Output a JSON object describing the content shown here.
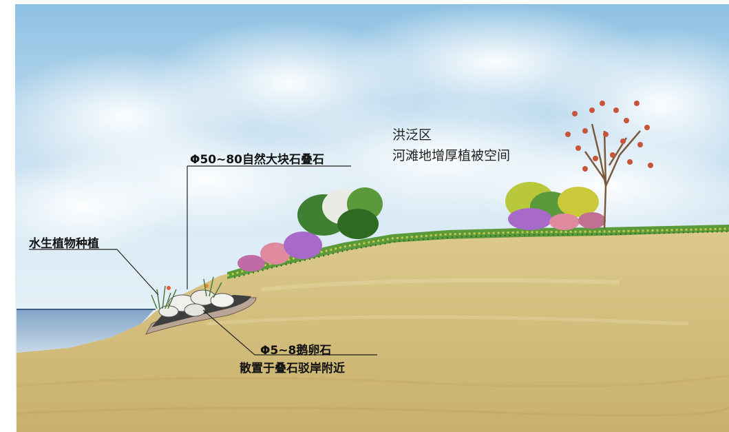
{
  "labels": {
    "large_stone": "Φ50~80自然大块石叠石",
    "aquatic_planting": "水生植物种植",
    "pebble_size": "Φ5~8鹅卵石",
    "pebble_note": "散置于叠石驳岸附近",
    "flood_zone": "洪泛区",
    "flood_zone_desc": "河滩地增厚植被空间"
  },
  "colors": {
    "sky_top": "#8fc2e3",
    "sky_bottom": "#e9f3fa",
    "soil": "#d8c486",
    "soil_dark": "#c4ac68",
    "water": "#9dbad6",
    "grass": "#4f8f35",
    "leader_line": "#222222"
  }
}
